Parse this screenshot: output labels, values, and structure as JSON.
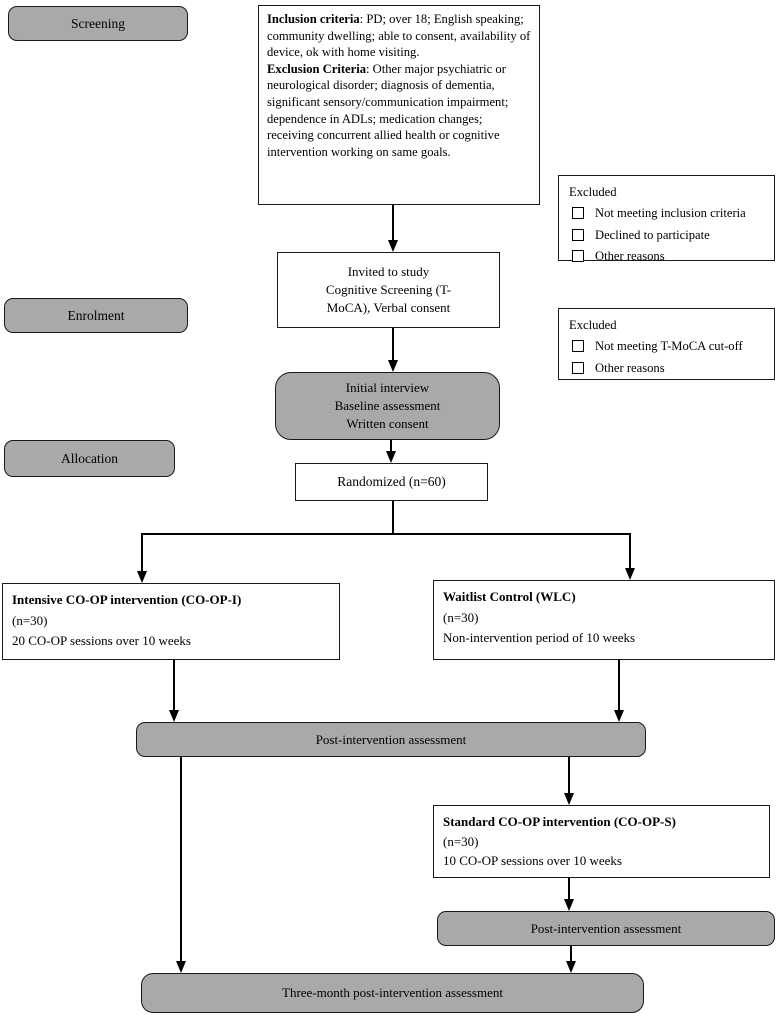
{
  "diagram": {
    "stage_labels": {
      "screening": "Screening",
      "enrolment": "Enrolment",
      "allocation": "Allocation"
    },
    "criteria": {
      "inclusion_title": "Inclusion criteria",
      "inclusion_text": ": PD; over 18; English speaking; community dwelling; able to consent, availability of device, ok with home visiting.",
      "exclusion_title": "Exclusion Criteria",
      "exclusion_text": ": Other major psychiatric or neurological disorder; diagnosis of dementia, significant sensory/communication impairment; dependence in ADLs; medication changes; receiving concurrent allied health or cognitive intervention working on same goals."
    },
    "excluded_box_1": {
      "title": "Excluded",
      "items": [
        "Not meeting inclusion criteria",
        "Declined to participate",
        "Other reasons"
      ]
    },
    "excluded_box_2": {
      "title": "Excluded",
      "items": [
        "Not meeting T-MoCA cut-off",
        "Other reasons"
      ]
    },
    "invited": {
      "lines": [
        "Invited to study",
        "Cognitive Screening (T-",
        "MoCA), Verbal consent"
      ]
    },
    "initial_interview": {
      "lines": [
        "Initial interview",
        "Baseline assessment",
        "Written consent"
      ]
    },
    "randomized": {
      "label": "Randomized (n=60)"
    },
    "intensive": {
      "title": "Intensive CO-OP intervention (CO-OP-I)",
      "n": "(n=30)",
      "detail": "20 CO-OP sessions over 10 weeks"
    },
    "waitlist": {
      "title": "Waitlist Control (WLC)",
      "n": "(n=30)",
      "detail": "Non-intervention period of 10 weeks"
    },
    "post_assessment_1": {
      "label": "Post-intervention assessment"
    },
    "standard": {
      "title": "Standard CO-OP intervention (CO-OP-S)",
      "n": "(n=30)",
      "detail": "10 CO-OP sessions over 10 weeks"
    },
    "post_assessment_2": {
      "label": "Post-intervention assessment"
    },
    "three_month": {
      "label": "Three-month post-intervention assessment"
    },
    "colors": {
      "box_fill_gray": "#a9a9a9",
      "box_fill_white": "#ffffff",
      "line_and_border": "#1a1a1a"
    }
  }
}
